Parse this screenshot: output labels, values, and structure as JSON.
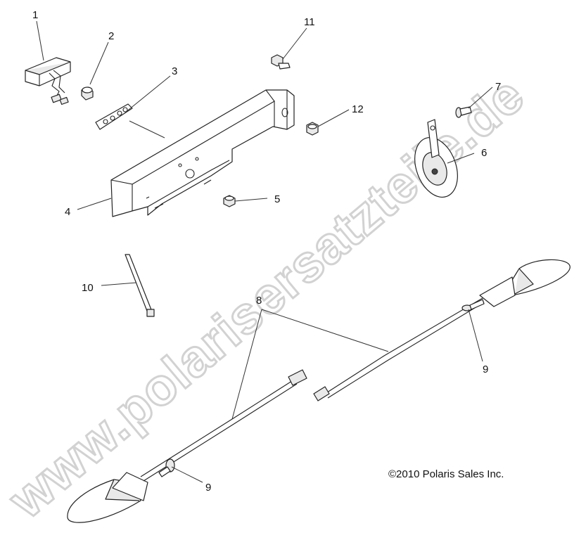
{
  "watermark": "www.polarisersatzteile.de",
  "copyright": "©2010 Polaris Sales Inc.",
  "colors": {
    "line": "#222222",
    "watermark": "#d2d2d2",
    "background": "#ffffff"
  },
  "callouts": {
    "c1": "1",
    "c2": "2",
    "c3": "3",
    "c4": "4",
    "c5": "5",
    "c6": "6",
    "c7": "7",
    "c8": "8",
    "c9a": "9",
    "c9b": "9",
    "c10": "10",
    "c11": "11",
    "c12": "12"
  }
}
